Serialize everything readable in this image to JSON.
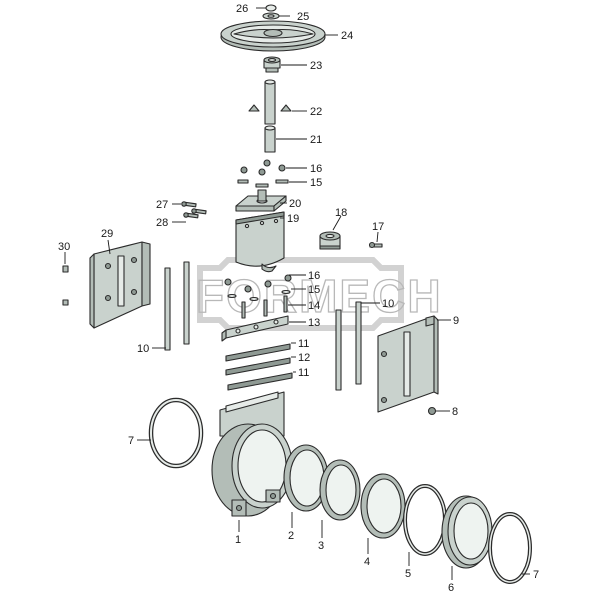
{
  "watermark": {
    "text": "FORMECH"
  },
  "colors": {
    "part_light": "#c9d2cd",
    "part_mid": "#b3bdb7",
    "part_dark": "#8f9a94",
    "outline": "#2b2b2b",
    "watermark": "#b8b8b8"
  },
  "callouts": [
    {
      "id": "c26",
      "label": "26"
    },
    {
      "id": "c25",
      "label": "25"
    },
    {
      "id": "c24",
      "label": "24"
    },
    {
      "id": "c23",
      "label": "23"
    },
    {
      "id": "c22",
      "label": "22"
    },
    {
      "id": "c21",
      "label": "21"
    },
    {
      "id": "c16a",
      "label": "16"
    },
    {
      "id": "c15a",
      "label": "15"
    },
    {
      "id": "c20",
      "label": "20"
    },
    {
      "id": "c19",
      "label": "19"
    },
    {
      "id": "c18",
      "label": "18"
    },
    {
      "id": "c17",
      "label": "17"
    },
    {
      "id": "c27",
      "label": "27"
    },
    {
      "id": "c28",
      "label": "28"
    },
    {
      "id": "c30",
      "label": "30"
    },
    {
      "id": "c29",
      "label": "29"
    },
    {
      "id": "c16b",
      "label": "16"
    },
    {
      "id": "c15b",
      "label": "15"
    },
    {
      "id": "c14",
      "label": "14"
    },
    {
      "id": "c13",
      "label": "13"
    },
    {
      "id": "c10a",
      "label": "10"
    },
    {
      "id": "c10b",
      "label": "10"
    },
    {
      "id": "c9",
      "label": "9"
    },
    {
      "id": "c11a",
      "label": "11"
    },
    {
      "id": "c12",
      "label": "12"
    },
    {
      "id": "c11b",
      "label": "11"
    },
    {
      "id": "c8",
      "label": "8"
    },
    {
      "id": "c7a",
      "label": "7"
    },
    {
      "id": "c1",
      "label": "1"
    },
    {
      "id": "c2",
      "label": "2"
    },
    {
      "id": "c3",
      "label": "3"
    },
    {
      "id": "c4",
      "label": "4"
    },
    {
      "id": "c5",
      "label": "5"
    },
    {
      "id": "c6",
      "label": "6"
    },
    {
      "id": "c7b",
      "label": "7"
    }
  ]
}
